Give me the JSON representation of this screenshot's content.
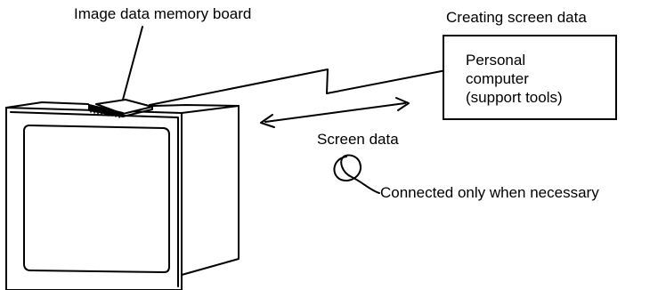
{
  "labels": {
    "memory_board": "Image data memory board",
    "creating_screen_data": "Creating screen data",
    "personal_computer": [
      "Personal",
      "computer",
      "(support tools)"
    ],
    "screen_data": "Screen data",
    "connected": "Connected only when necessary"
  },
  "colors": {
    "ink": "#000000",
    "background": "#ffffff"
  }
}
